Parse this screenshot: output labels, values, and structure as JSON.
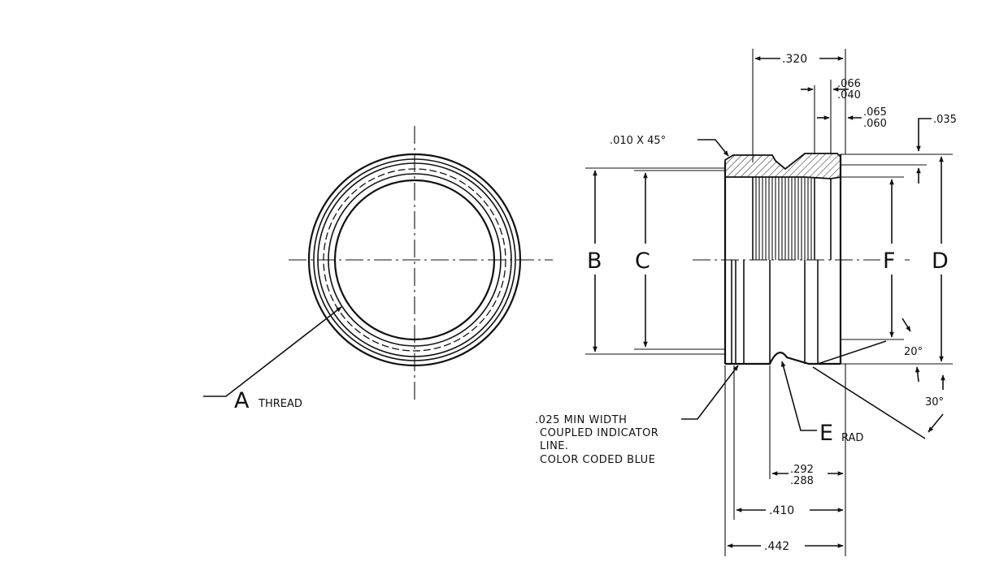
{
  "labels": {
    "a": "A",
    "thread": "THREAD",
    "b": "B",
    "c": "C",
    "d": "D",
    "e": "E",
    "rad": "RAD",
    "f": "F"
  },
  "dimensions": {
    "d320": ".320",
    "d066": ".066",
    "d040": ".040",
    "d065": ".065",
    "d060": ".060",
    "d035": ".035",
    "chamfer": ".010 X 45°",
    "angle20": "20°",
    "angle30": "30°",
    "d292": ".292",
    "d288": ".288",
    "d410": ".410",
    "d442": ".442"
  },
  "note": {
    "line1": ".025 MIN WIDTH",
    "line2": "COUPLED INDICATOR",
    "line3": "LINE.",
    "line4": "COLOR CODED BLUE"
  }
}
